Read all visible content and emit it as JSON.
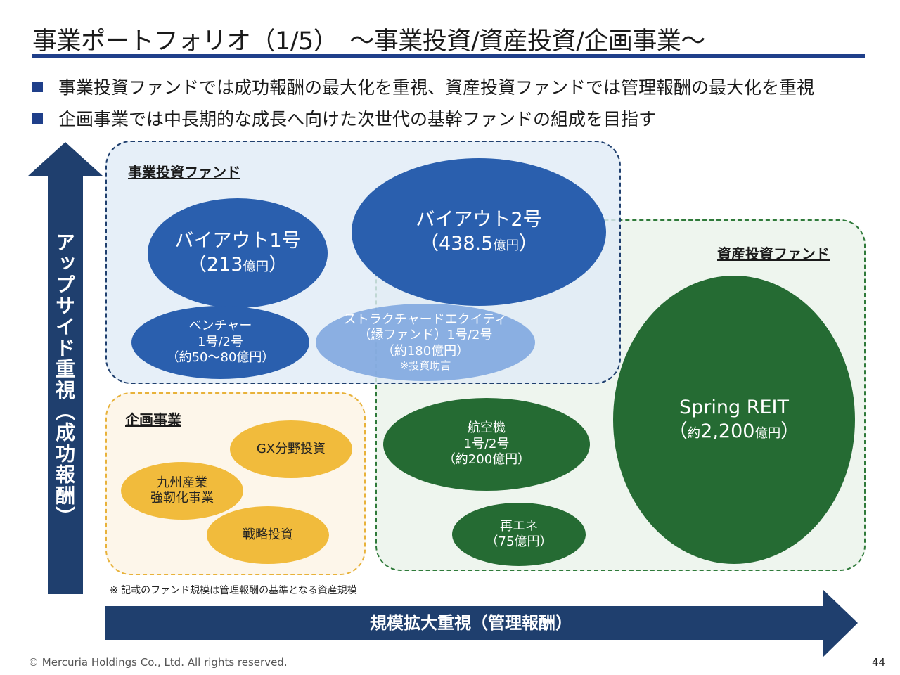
{
  "slide": {
    "title": "事業ポートフォリオ（1/5）　～事業投資/資産投資/企画事業～",
    "bullets": [
      "事業投資ファンドでは成功報酬の最大化を重視、資産投資ファンドでは管理報酬の最大化を重視",
      "企画事業では中長期的な成長へ向けた次世代の基幹ファンドの組成を目指す"
    ],
    "bullet_color": "#1f3f8a"
  },
  "axes": {
    "vertical_label": "アップサイド重視（成功報酬）",
    "horizontal_label": "規模拡大重視（管理報酬）",
    "arrow_color": "#1f3f6e"
  },
  "groups": {
    "business": {
      "label": "事業投資ファンド",
      "color": "#1f3f6e"
    },
    "asset": {
      "label": "資産投資ファンド",
      "color": "#2f7a3a"
    },
    "planning": {
      "label": "企画事業",
      "color": "#e8b23a"
    }
  },
  "funds": {
    "buyout1": {
      "name": "バイアウト1号",
      "open": "（",
      "amount": "213",
      "unit": "億円",
      "close": "）"
    },
    "buyout2": {
      "name": "バイアウト2号",
      "open": "（",
      "amount": "438.5",
      "unit": "億円",
      "close": "）"
    },
    "venture": {
      "line1": "ベンチャー",
      "line2": "1号/2号",
      "line3": "（約50～80億円）"
    },
    "structured": {
      "line1": "ストラクチャードエクイティ",
      "line2": "（縁ファンド）1号/2号",
      "line3": "（約180億円）",
      "line4": "※投資助言"
    },
    "aircraft": {
      "line1": "航空機",
      "line2": "1号/2号",
      "line3": "（約200億円）"
    },
    "renewable": {
      "line1": "再エネ",
      "line2": "（75億円）"
    },
    "spring_reit": {
      "name": "Spring REIT",
      "open": "（",
      "approx": "約",
      "amount": "2,200",
      "unit": "億円",
      "close": "）"
    },
    "gx": {
      "label": "GX分野投資"
    },
    "kyushu": {
      "line1": "九州産業",
      "line2": "強靭化事業"
    },
    "strategic": {
      "label": "戦略投資"
    }
  },
  "note": "※ 記載のファンド規模は管理報酬の基準となる資産規模",
  "footer": "© Mercuria Holdings Co., Ltd. All rights reserved.",
  "page_number": "44"
}
